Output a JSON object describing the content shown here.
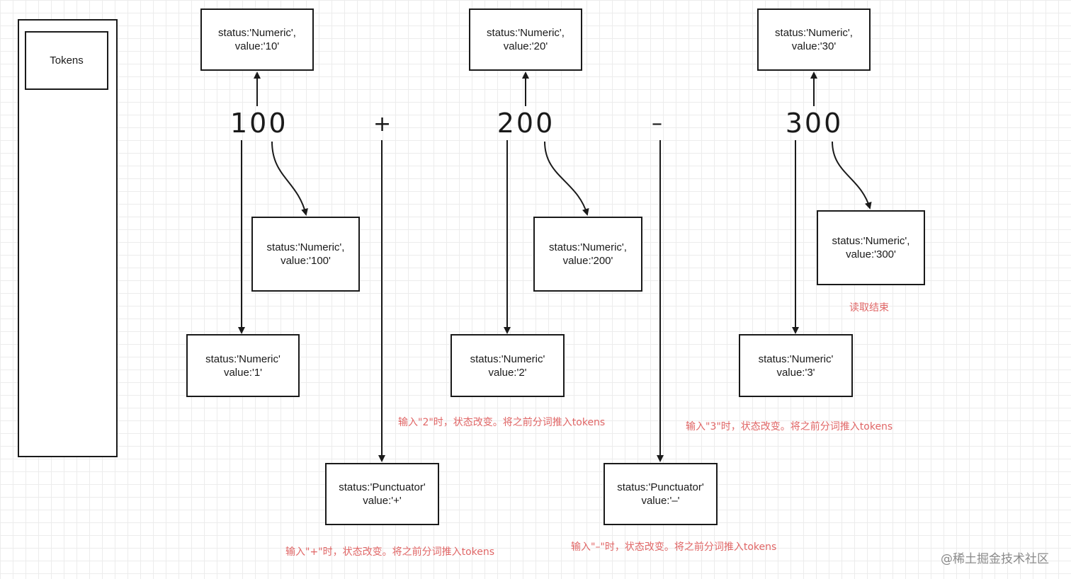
{
  "panel": {
    "label": "Tokens"
  },
  "numbers": [
    "100",
    "200",
    "300"
  ],
  "operators": [
    "+",
    "–"
  ],
  "boxes": {
    "n1_top": "status:'Numeric',\nvalue:'10'",
    "n1_mid": "status:'Numeric',\nvalue:'100'",
    "n1_bot": "status:'Numeric'\nvalue:'1'",
    "plus": "status:'Punctuator'\nvalue:'+'",
    "n2_top": "status:'Numeric',\nvalue:'20'",
    "n2_mid": "status:'Numeric',\nvalue:'200'",
    "n2_bot": "status:'Numeric'\nvalue:'2'",
    "minus": "status:'Punctuator'\nvalue:'–'",
    "n3_top": "status:'Numeric',\nvalue:'30'",
    "n3_mid": "status:'Numeric',\nvalue:'300'",
    "n3_bot": "status:'Numeric'\nvalue:'3'"
  },
  "notes": {
    "input_2": "输入\"2\"时，状态改变。将之前分词推入tokens",
    "input_plus": "输入\"+\"时，状态改变。将之前分词推入tokens",
    "input_3": "输入\"3\"时，状态改变。将之前分词推入tokens",
    "input_minus": "输入\"–\"时，状态改变。将之前分词推入tokens",
    "read_end": "读取结束"
  },
  "watermark": "@稀土掘金技术社区",
  "colors": {
    "line": "#1a1a1a",
    "note": "#e06666",
    "grid": "#ececec"
  }
}
